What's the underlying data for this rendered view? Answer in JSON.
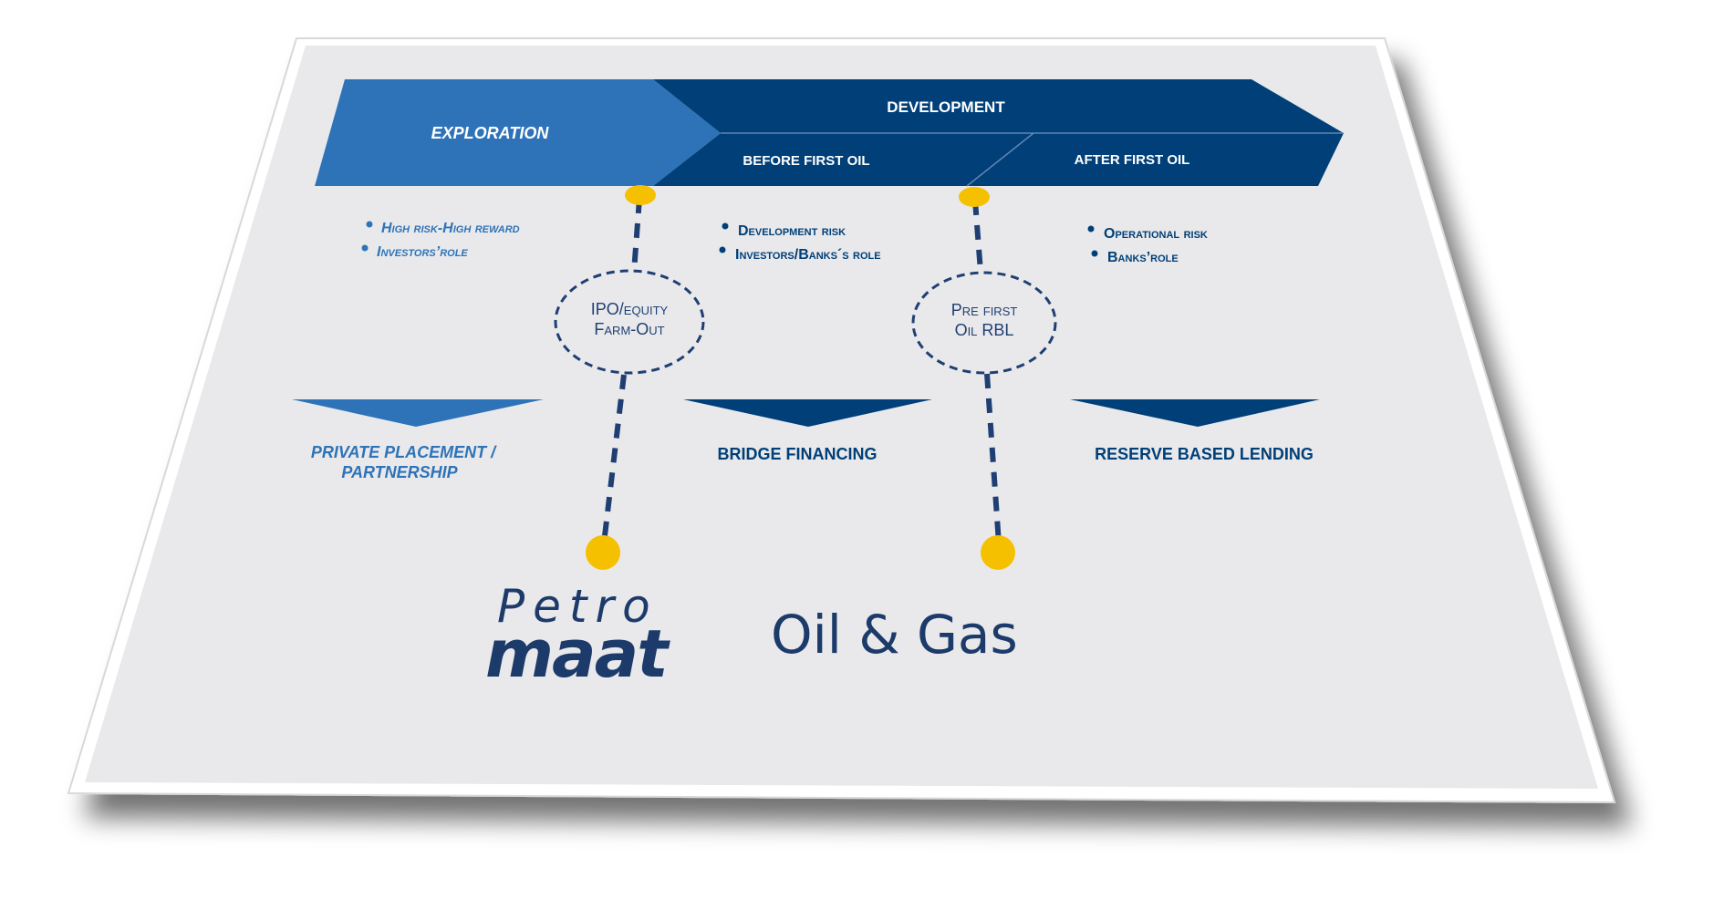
{
  "phases": {
    "exploration": "EXPLORATION",
    "development": "DEVELOPMENT",
    "before_first_oil": "BEFORE FIRST OIL",
    "after_first_oil": "AFTER FIRST OIL"
  },
  "bullets": {
    "exploration": [
      "High risk-High reward",
      "Investors’role"
    ],
    "before_first_oil": [
      "Development risk",
      "Investors/Banks´s role"
    ],
    "after_first_oil": [
      "Operational risk",
      "Banks’role"
    ]
  },
  "milestones": {
    "ipo": [
      "IPO/equity",
      "Farm-Out"
    ],
    "rbl": [
      "Pre first",
      "Oil RBL"
    ]
  },
  "financing": {
    "private_placement": [
      "PRIVATE PLACEMENT /",
      "PARTNERSHIP"
    ],
    "bridge": "BRIDGE FINANCING",
    "rbl": "RESERVE BASED LENDING"
  },
  "logo": {
    "petro": "Petro",
    "maat": "maat",
    "oil_gas": "Oil & Gas"
  },
  "colors": {
    "exploration_blue": "#2e73b8",
    "development_navy": "#003f78",
    "milestone_yellow": "#f5c000",
    "page_grey": "#e9e9eb"
  }
}
